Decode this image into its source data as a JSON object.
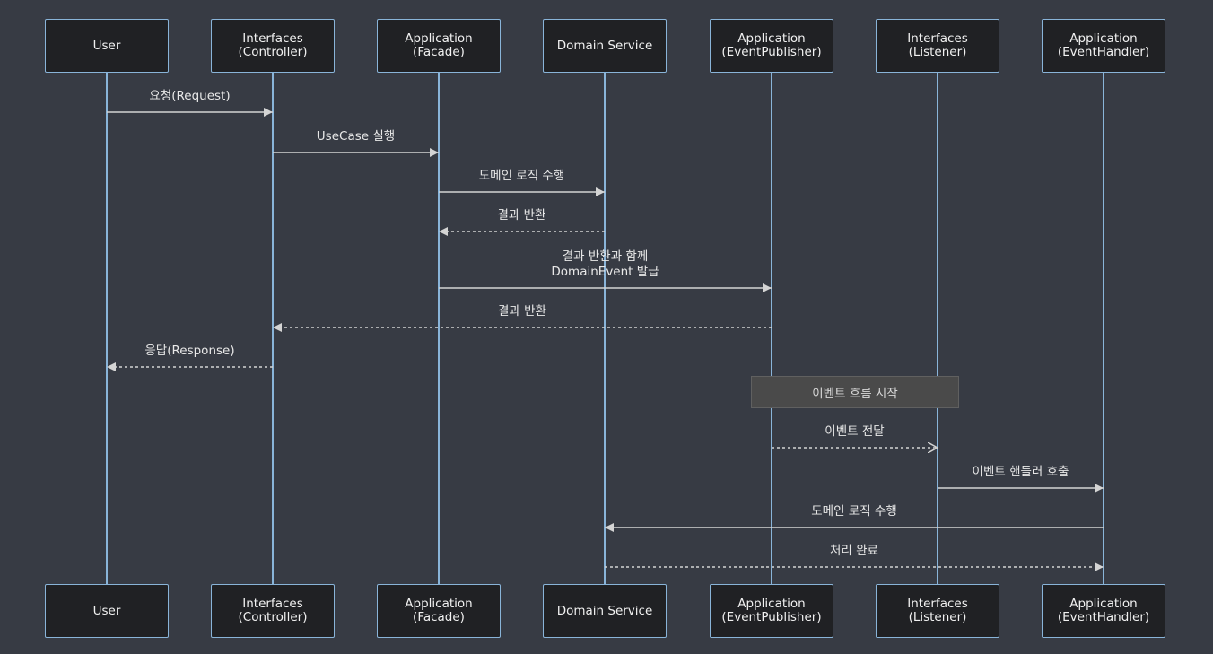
{
  "colors": {
    "background": "#373b44",
    "actor_fill": "#202124",
    "actor_border": "#89b4d9",
    "lifeline": "#89b4d9",
    "message_line": "#d4d4d4",
    "note_fill": "#4a4a4a"
  },
  "participants": [
    {
      "id": "user",
      "lines": [
        "User"
      ]
    },
    {
      "id": "controller",
      "lines": [
        "Interfaces",
        "(Controller)"
      ]
    },
    {
      "id": "facade",
      "lines": [
        "Application",
        "(Facade)"
      ]
    },
    {
      "id": "domain-service",
      "lines": [
        "Domain Service"
      ]
    },
    {
      "id": "event-publisher",
      "lines": [
        "Application",
        "(EventPublisher)"
      ]
    },
    {
      "id": "listener",
      "lines": [
        "Interfaces",
        "(Listener)"
      ]
    },
    {
      "id": "event-handler",
      "lines": [
        "Application",
        "(EventHandler)"
      ]
    }
  ],
  "messages": [
    {
      "from": 0,
      "to": 1,
      "style": "solid",
      "head": "filled",
      "lines": [
        "요청(Request)"
      ]
    },
    {
      "from": 1,
      "to": 2,
      "style": "solid",
      "head": "filled",
      "lines": [
        "UseCase 실행"
      ]
    },
    {
      "from": 2,
      "to": 3,
      "style": "solid",
      "head": "filled",
      "lines": [
        "도메인 로직 수행"
      ]
    },
    {
      "from": 3,
      "to": 2,
      "style": "dashed",
      "head": "filled",
      "lines": [
        "결과 반환"
      ]
    },
    {
      "from": 2,
      "to": 4,
      "style": "solid",
      "head": "filled",
      "lines": [
        "결과 반환과 함께",
        "DomainEvent 발급"
      ]
    },
    {
      "from": 4,
      "to": 1,
      "style": "dashed",
      "head": "filled",
      "lines": [
        "결과 반환"
      ]
    },
    {
      "from": 1,
      "to": 0,
      "style": "dashed",
      "head": "filled",
      "lines": [
        "응답(Response)"
      ]
    },
    {
      "from": 4,
      "to": 5,
      "style": "dashed",
      "head": "open",
      "lines": [
        "이벤트 전달"
      ]
    },
    {
      "from": 5,
      "to": 6,
      "style": "solid",
      "head": "filled",
      "lines": [
        "이벤트 핸들러 호출"
      ]
    },
    {
      "from": 6,
      "to": 3,
      "style": "solid",
      "head": "filled",
      "lines": [
        "도메인 로직 수행"
      ]
    },
    {
      "from": 3,
      "to": 6,
      "style": "dashed",
      "head": "filled",
      "lines": [
        "처리 완료"
      ]
    }
  ],
  "note": {
    "text": "이벤트 흐름 시작",
    "over": [
      4,
      5
    ]
  }
}
